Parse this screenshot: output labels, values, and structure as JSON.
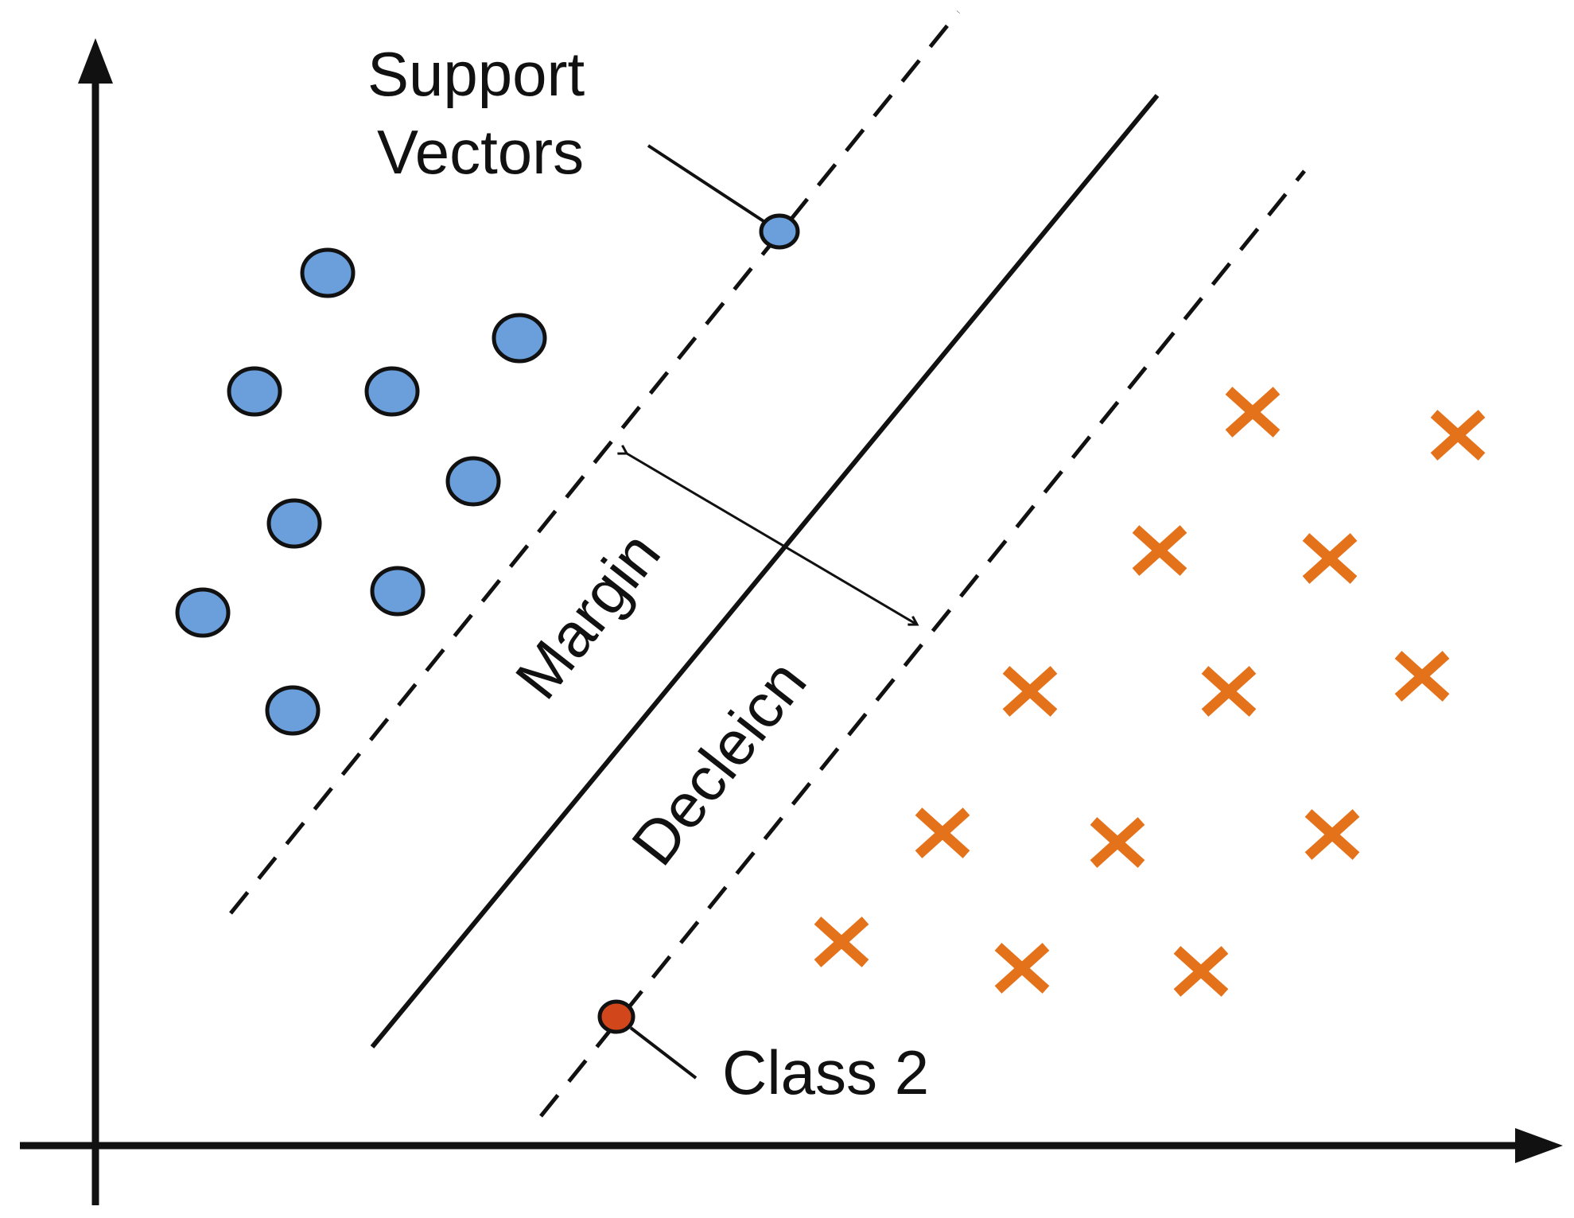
{
  "labels": {
    "support_vectors_line1": "Support",
    "support_vectors_line2": "Vectors",
    "margin": "Margin",
    "decision": "Decleicn",
    "class_2": "Class 2"
  },
  "colors": {
    "class_1_fill": "#6a9fdc",
    "class_2_cross": "#e4721a",
    "class_2_support_fill": "#d2461c",
    "outline": "#111111",
    "background": "#ffffff"
  },
  "legend_items": {
    "class_1": "circle-marker",
    "class_2": "cross-marker"
  }
}
